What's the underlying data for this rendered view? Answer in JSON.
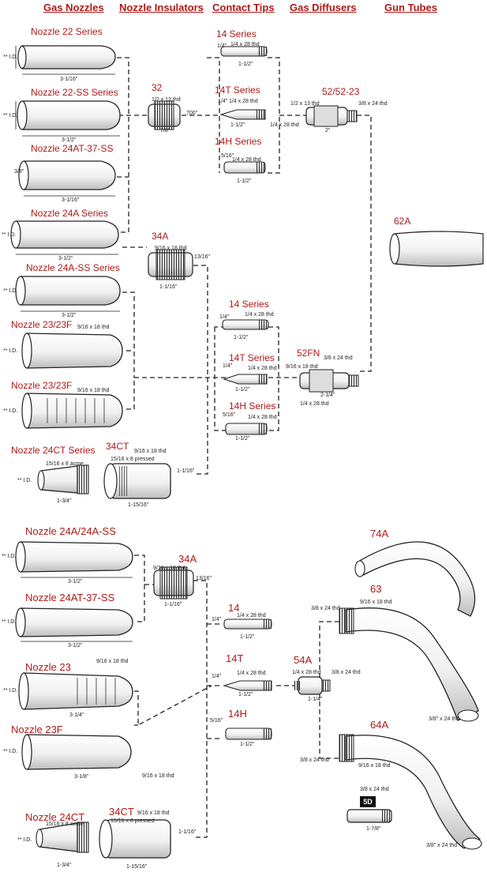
{
  "headers": {
    "gas_nozzles": "Gas Nozzles",
    "nozzle_insulators": "Nozzle Insulators",
    "contact_tips": "Contact Tips",
    "gas_diffusers": "Gas Diffusers",
    "gun_tubes": "Gun Tubes"
  },
  "labels": {
    "n22": "Nozzle 22 Series",
    "n22ss": "Nozzle 22-SS Series",
    "n24at": "Nozzle 24AT-37-SS",
    "n24a": "Nozzle 24A Series",
    "n24ass": "Nozzle 24A-SS Series",
    "n2323f_a": "Nozzle 23/23F",
    "n2323f_b": "Nozzle 23/23F",
    "n24ct": "Nozzle 24CT Series",
    "ins32": "32",
    "ins34a": "34A",
    "ins34ct": "34CT",
    "t14_a": "14 Series",
    "t14t_a": "14T Series",
    "t14h_a": "14H Series",
    "t14_b": "14 Series",
    "t14t_b": "14T Series",
    "t14h_b": "14H Series",
    "d52": "52/52-23",
    "d52fn": "52FN",
    "g62a": "62A",
    "n24a24ass": "Nozzle 24A/24A-SS",
    "n24at2": "Nozzle 24AT-37-SS",
    "n23": "Nozzle 23",
    "n23f": "Nozzle 23F",
    "n24ct2": "Nozzle 24CT",
    "ins34a2": "34A",
    "ins34ct2": "34CT",
    "t14": "14",
    "t14t": "14T",
    "t14h": "14H",
    "d54a": "54A",
    "g74a": "74A",
    "g63": "63",
    "g64a": "64A",
    "g5d": "5D"
  },
  "dims": {
    "id": "** I.D.",
    "n22_len": "3-1/16\"",
    "n22ss_len": "3-1/2\"",
    "n24at_id": "3/8\"",
    "n24at_len": "3-1/16\"",
    "n24a_len": "3-1/2\"",
    "n24ass_len": "3-1/2\"",
    "t916": "9/16 x 18 thd",
    "i32_thd": "1/2 x 13 thd",
    "i32_w": "7/8\"",
    "i32_h": ".700\"",
    "i34a_h": "13/16\"",
    "i34a_w": "1-1/16\"",
    "t14": "1/4\"",
    "t14thd": "1/4 x 28 thd",
    "t14len": "1-1/2\"",
    "t14h_d": "5/16\"",
    "d52_thd1": "1/2 x 13 thd",
    "d52_thd2": "3/8 x 24 thd",
    "d52_len": "2\"",
    "d52fn_thd": "3/8 x 24 thd",
    "d52fn_len": "2-1/4\"",
    "n24ct_acme": "15/16 x 8 acme",
    "n24ct_len": "1-3/4\"",
    "ct_pressed": "15/16 x 8 pressed",
    "ct_h": "1-1/16\"",
    "ct_w": "1-15/16\"",
    "n23_len": "3-1/4\"",
    "n23f_len": "3-1/8\"",
    "d54a_len": "1-1/4\"",
    "d5d_len": "1-7/8\"",
    "g38": "3/8\" x 24 thd",
    "g38b": "3/8 x 24 thd"
  }
}
